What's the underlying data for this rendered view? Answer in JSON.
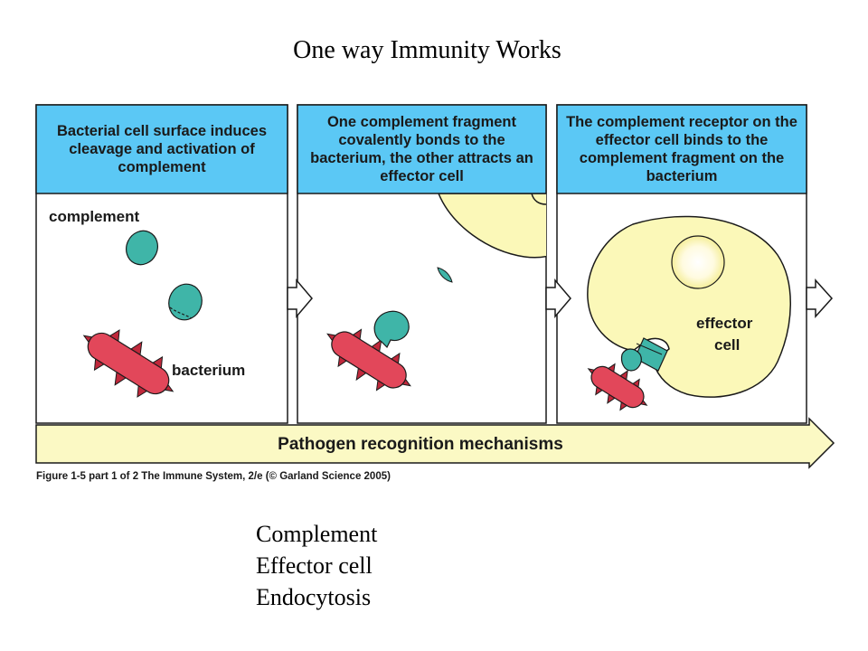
{
  "slide_title": "One way Immunity Works",
  "panels": [
    {
      "header": "Bacterial cell surface induces cleavage and activation of complement"
    },
    {
      "header": "One complement fragment covalently bonds to the bacterium, the other attracts an effector cell"
    },
    {
      "header": "The complement receptor on the effector cell binds to the complement fragment on the bacterium"
    }
  ],
  "labels": {
    "complement": "complement",
    "bacterium": "bacterium",
    "effector_cell_line1": "effector",
    "effector_cell_line2": "cell"
  },
  "band_label": "Pathogen recognition mechanisms",
  "caption": "Figure 1-5 part 1 of 2  The Immune System, 2/e (© Garland Science 2005)",
  "terms": [
    "Complement",
    "Effector cell",
    "Endocytosis"
  ],
  "colors": {
    "header_blue": "#5bc8f5",
    "band_yellow": "#fbf9c4",
    "complement_teal": "#3fb5a8",
    "bacterium_red": "#e2475a",
    "effector_yellow": "#fbf8b8",
    "outline": "#1a1a1a"
  }
}
